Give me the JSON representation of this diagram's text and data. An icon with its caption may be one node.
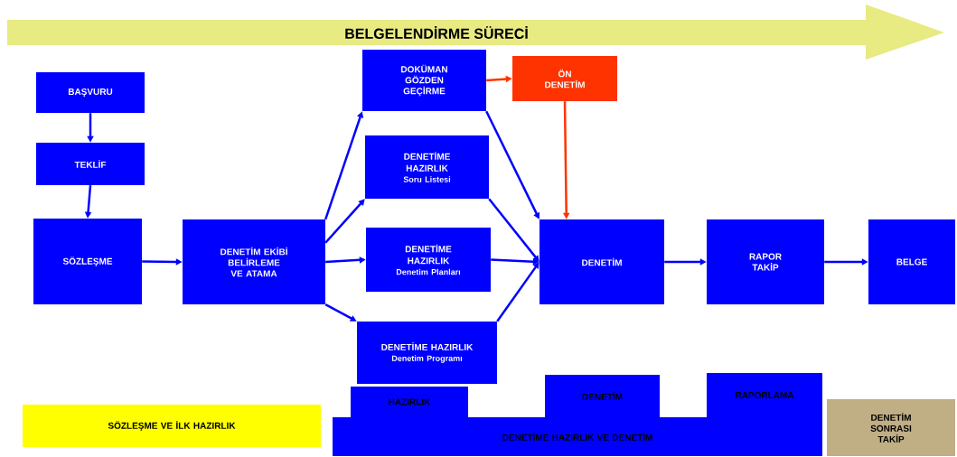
{
  "diagram": {
    "title": "BELGELENDİRME SÜRECİ",
    "nodes": [
      {
        "text": [
          "BAŞVURU"
        ]
      },
      {
        "text": [
          "TEKLİF"
        ]
      },
      {
        "text": [
          "SÖZLEŞME"
        ]
      },
      {
        "text": [
          "DENETİM EKİBİ BELİRLEME VE ATAMA"
        ]
      },
      {
        "text": [
          "DOKÜMAN GÖZDEN GEÇİRME"
        ]
      },
      {
        "text": [
          "ÖN DENETİM"
        ]
      },
      {
        "text": [
          "DENETİME HAZIRLIK",
          "Soru Listesi"
        ]
      },
      {
        "text": [
          "DENETİME HAZIRLIK",
          "Denetim Planları"
        ]
      },
      {
        "text": [
          "DENETİME HAZIRLIK",
          "Denetim Programı"
        ]
      },
      {
        "text": [
          "DENETİM"
        ]
      },
      {
        "text": [
          "RAPOR TAKİP"
        ]
      },
      {
        "text": [
          "BELGE"
        ]
      },
      {
        "text": [
          "SÖZLEŞME VE İLK HAZIRLIK"
        ]
      },
      {
        "text": [
          "HAZIRLIK"
        ]
      },
      {
        "text": [
          "DENETİM"
        ]
      },
      {
        "text": [
          "RAPORLAMA"
        ]
      },
      {
        "text": [
          "DENETİME HAZIRLIK VE DENETİM"
        ]
      },
      {
        "text": [
          "DENETİM SONRASI TAKİP"
        ]
      }
    ],
    "edges": [
      {
        "from": 0,
        "to": 1,
        "arrow": "to"
      },
      {
        "from": 1,
        "to": 2,
        "arrow": "to"
      },
      {
        "from": 2,
        "to": 3,
        "arrow": "to"
      },
      {
        "from": 3,
        "to": 4,
        "arrow": "to"
      },
      {
        "from": 3,
        "to": 6,
        "arrow": "to"
      },
      {
        "from": 3,
        "to": 7,
        "arrow": "to"
      },
      {
        "from": 3,
        "to": 8,
        "arrow": "to"
      },
      {
        "from": 4,
        "to": 5,
        "arrow": "to",
        "color": "#ff3300"
      },
      {
        "from": 4,
        "to": 9,
        "arrow": "to"
      },
      {
        "from": 6,
        "to": 9,
        "arrow": "to"
      },
      {
        "from": 7,
        "to": 9,
        "arrow": "to"
      },
      {
        "from": 8,
        "to": 9,
        "arrow": "to"
      },
      {
        "from": 5,
        "to": 9,
        "arrow": "to",
        "color": "#ff3300"
      },
      {
        "from": 9,
        "to": 10,
        "arrow": "to"
      },
      {
        "from": 10,
        "to": 11,
        "arrow": "to"
      }
    ]
  }
}
